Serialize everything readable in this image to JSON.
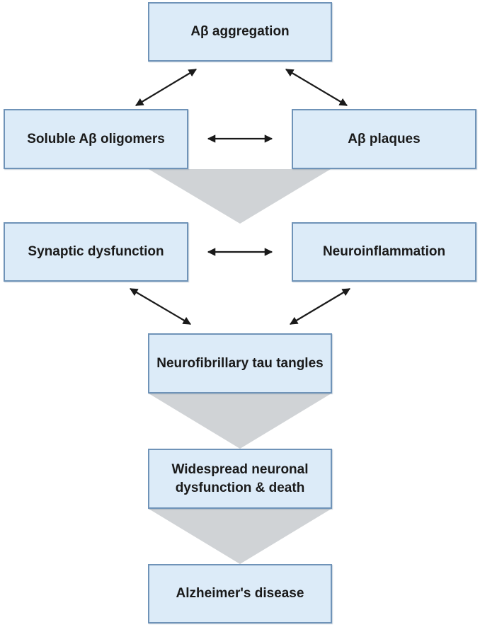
{
  "diagram": {
    "title": "Amyloid cascade leading to Alzheimer's disease",
    "colors": {
      "box_fill": "#dcebf8",
      "box_border": "#6f93b8",
      "funnel_fill": "#d0d3d6",
      "arrow": "#1a1a1a",
      "text": "#1a1a1a"
    },
    "nodes": {
      "aggregation": "Aβ aggregation",
      "oligomers": "Soluble Aβ oligomers",
      "plaques": "Aβ plaques",
      "synaptic": "Synaptic dysfunction",
      "neuroinflammation": "Neuroinflammation",
      "tau": "Neurofibrillary tau tangles",
      "widespread": "Widespread neuronal dysfunction & death",
      "alzheimers": "Alzheimer's disease"
    },
    "edges": [
      {
        "from": "aggregation",
        "to": "oligomers",
        "type": "bidirectional"
      },
      {
        "from": "aggregation",
        "to": "plaques",
        "type": "bidirectional"
      },
      {
        "from": "oligomers",
        "to": "plaques",
        "type": "bidirectional"
      },
      {
        "from": "oligomers+plaques",
        "to": "synaptic+neuroinflammation",
        "type": "funnel"
      },
      {
        "from": "synaptic",
        "to": "neuroinflammation",
        "type": "bidirectional"
      },
      {
        "from": "synaptic",
        "to": "tau",
        "type": "bidirectional"
      },
      {
        "from": "neuroinflammation",
        "to": "tau",
        "type": "bidirectional"
      },
      {
        "from": "tau",
        "to": "widespread",
        "type": "funnel"
      },
      {
        "from": "widespread",
        "to": "alzheimers",
        "type": "funnel"
      }
    ]
  }
}
